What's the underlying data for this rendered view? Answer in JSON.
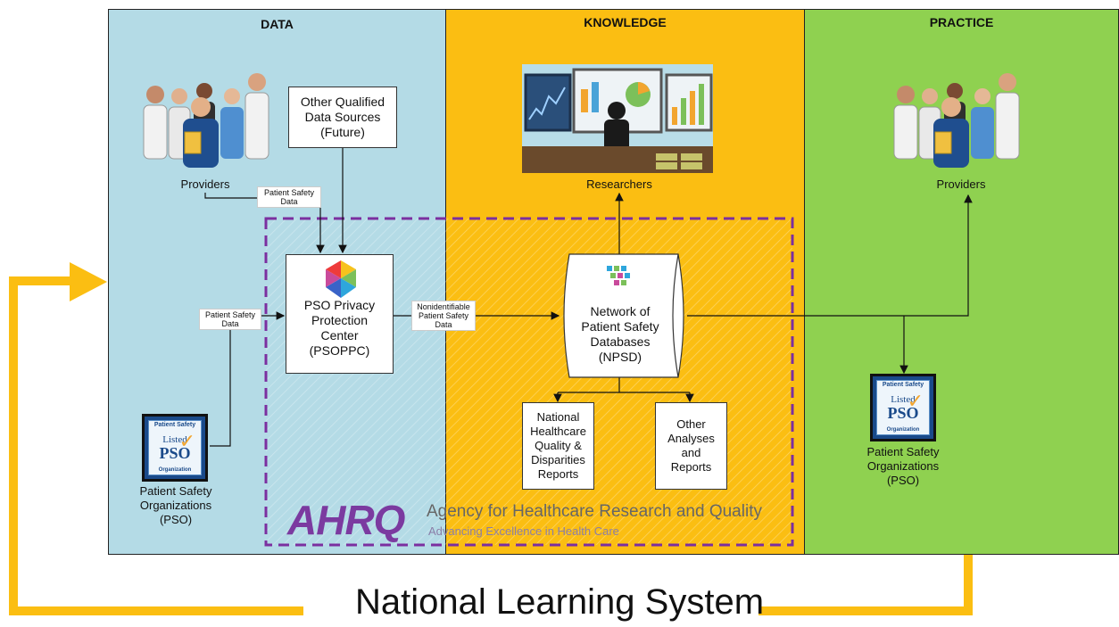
{
  "panels": {
    "data": {
      "title": "DATA",
      "color": "#b4dbe6"
    },
    "knowledge": {
      "title": "KNOWLEDGE",
      "color": "#fbbe12"
    },
    "practice": {
      "title": "PRACTICE",
      "color": "#8fd150"
    }
  },
  "nodes": {
    "providers_left": "Providers",
    "other_sources": "Other Qualified\nData Sources\n(Future)",
    "psoppc": "PSO Privacy\nProtection\nCenter\n(PSOPPC)",
    "researchers": "Researchers",
    "npsd": "Network of\nPatient Safety\nDatabases\n(NPSD)",
    "nhqdr": "National\nHealthcare\nQuality &\nDisparities\nReports",
    "other_reports": "Other\nAnalyses\nand\nReports",
    "providers_right": "Providers",
    "pso_left": "Patient Safety\nOrganizations\n(PSO)",
    "pso_right": "Patient Safety\nOrganizations\n(PSO)"
  },
  "edge_labels": {
    "psd_top": "Patient Safety\nData",
    "psd_left": "Patient Safety\nData",
    "nonid": "Nonidentifiable\nPatient Safety\nData"
  },
  "pso_badge": {
    "top": "Patient Safety",
    "mid1": "Listed",
    "mid2": "PSO",
    "bottom": "Organization"
  },
  "ahrq": {
    "logo": "AHRQ",
    "name": "Agency for Healthcare Research and Quality",
    "tagline": "Advancing Excellence in Health Care"
  },
  "footer": "National Learning System",
  "colors": {
    "loop_arrow": "#fbbe12",
    "dashed_border": "#7b2fa0",
    "ahrq_purple": "#7b3aa0"
  }
}
